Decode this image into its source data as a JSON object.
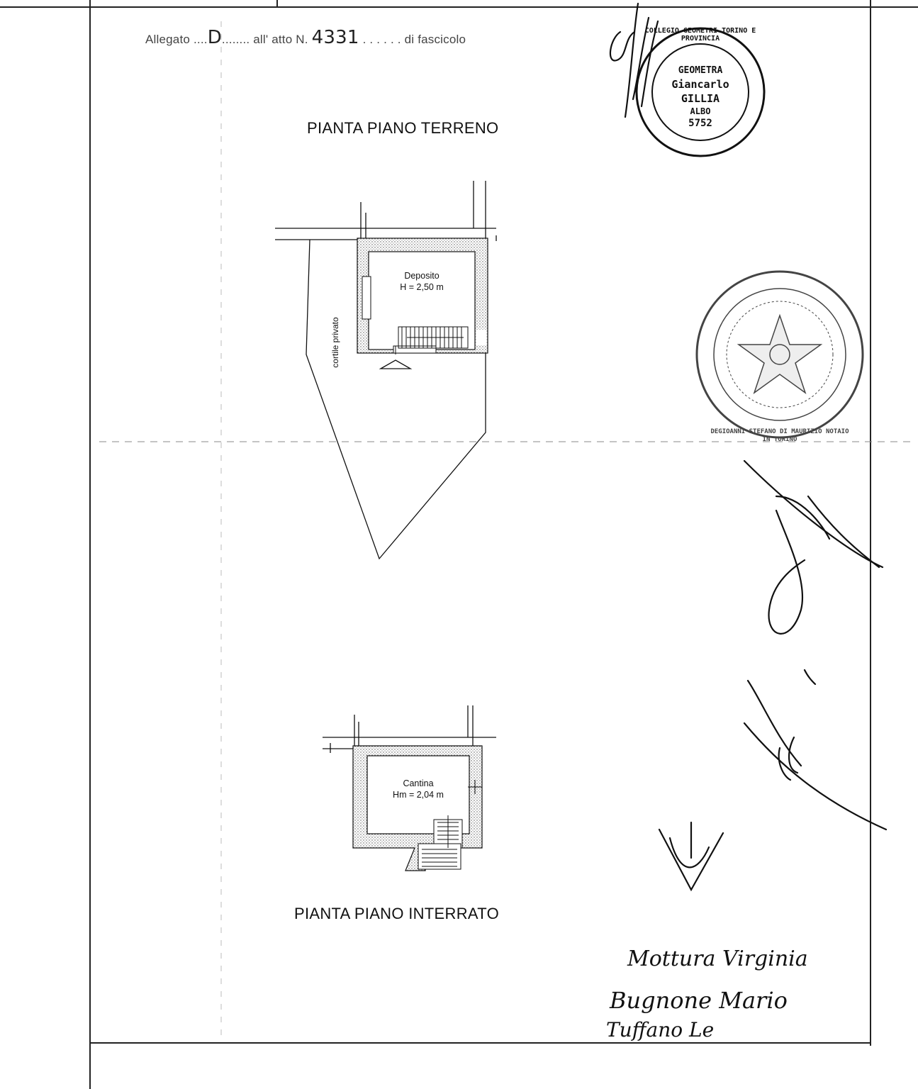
{
  "header": {
    "allegato_label": "Allegato",
    "allegato_letter": "D",
    "atto_label": "all' atto N.",
    "atto_number": "4331",
    "fascicolo_label": "di fascicolo"
  },
  "floors": {
    "ground": {
      "title": "PIANTA PIANO TERRENO",
      "room_name": "Deposito",
      "room_height": "H = 2,50 m",
      "courtyard_label": "cortile privato"
    },
    "basement": {
      "title": "PIANTA PIANO INTERRATO",
      "room_name": "Cantina",
      "room_height": "Hm = 2,04 m"
    }
  },
  "stamps": {
    "geometra": {
      "ring_text": "COLLEGIO GEOMETRI TORINO E PROVINCIA",
      "line1": "GEOMETRA",
      "line2": "Giancarlo",
      "line3": "GILLIA",
      "line4": "ALBO",
      "line5": "5752"
    },
    "notary": {
      "ring_text": "DEGIOANNI STEFANO DI MAURIZIO NOTAIO IN TORINO"
    }
  },
  "signatures": {
    "line1": "Mottura Virginia",
    "line2": "Bugnone Mario",
    "line3": "Tuffano Le"
  }
}
